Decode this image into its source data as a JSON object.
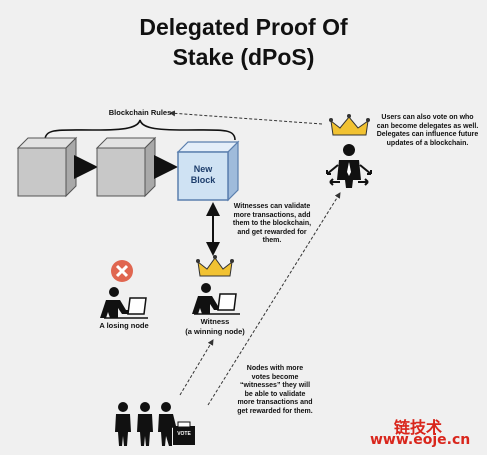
{
  "title_line1": "Delegated Proof Of",
  "title_line2": "Stake (dPoS)",
  "blockchain_rules_label": "Blockchain Rules",
  "new_block_label_line1": "New",
  "new_block_label_line2": "Block",
  "witness_note": [
    "Witnesses can validate",
    "more transactions, add",
    "them to the blockchain,",
    "and get rewarded for",
    "them."
  ],
  "users_note": [
    "Users can also vote on who",
    "can become delegates as well.",
    "Delegates can influence future",
    "updates of a blockchain."
  ],
  "losing_node_label": "A losing node",
  "witness_label_line1": "Witness",
  "witness_label_line2": "(a winning node)",
  "nodes_note": [
    "Nodes with more",
    "votes become",
    "“witnesses” they will",
    "be able to validate",
    "more transactions and",
    "get rewarded for them."
  ],
  "vote_box_label": "VOTE",
  "watermark_line1": "链技术",
  "watermark_line2": "www.eoje.cn",
  "colors": {
    "block_gray": "#c8c8c8",
    "new_block_blue": "#cfe2f3",
    "new_block_border": "#5b7fae",
    "crown_gold": "#f1c232",
    "x_red": "#e06650"
  }
}
